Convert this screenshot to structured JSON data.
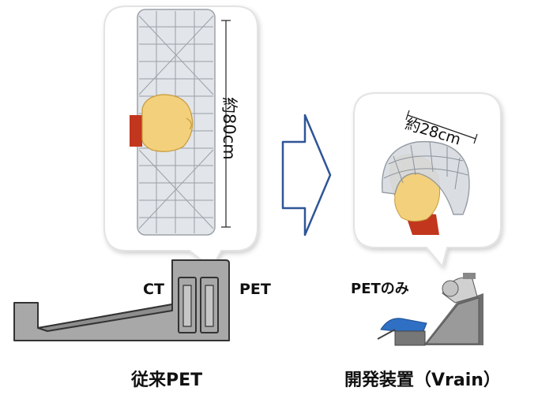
{
  "labels": {
    "ct": "CT",
    "pet": "PET",
    "pet_only": "PETのみ",
    "conventional": "従来PET",
    "developed": "開発装置（Vrain）",
    "size_conventional": "約80cm",
    "size_vrain": "約28cm"
  },
  "colors": {
    "detector": "#c7ccd3",
    "detector_stroke": "#8c929b",
    "face": "#f3d07c",
    "neck": "#c2361e",
    "machine": "#a8a8a8",
    "arrow": "#2f5597",
    "bubble_stroke": "#e3e3e3"
  }
}
